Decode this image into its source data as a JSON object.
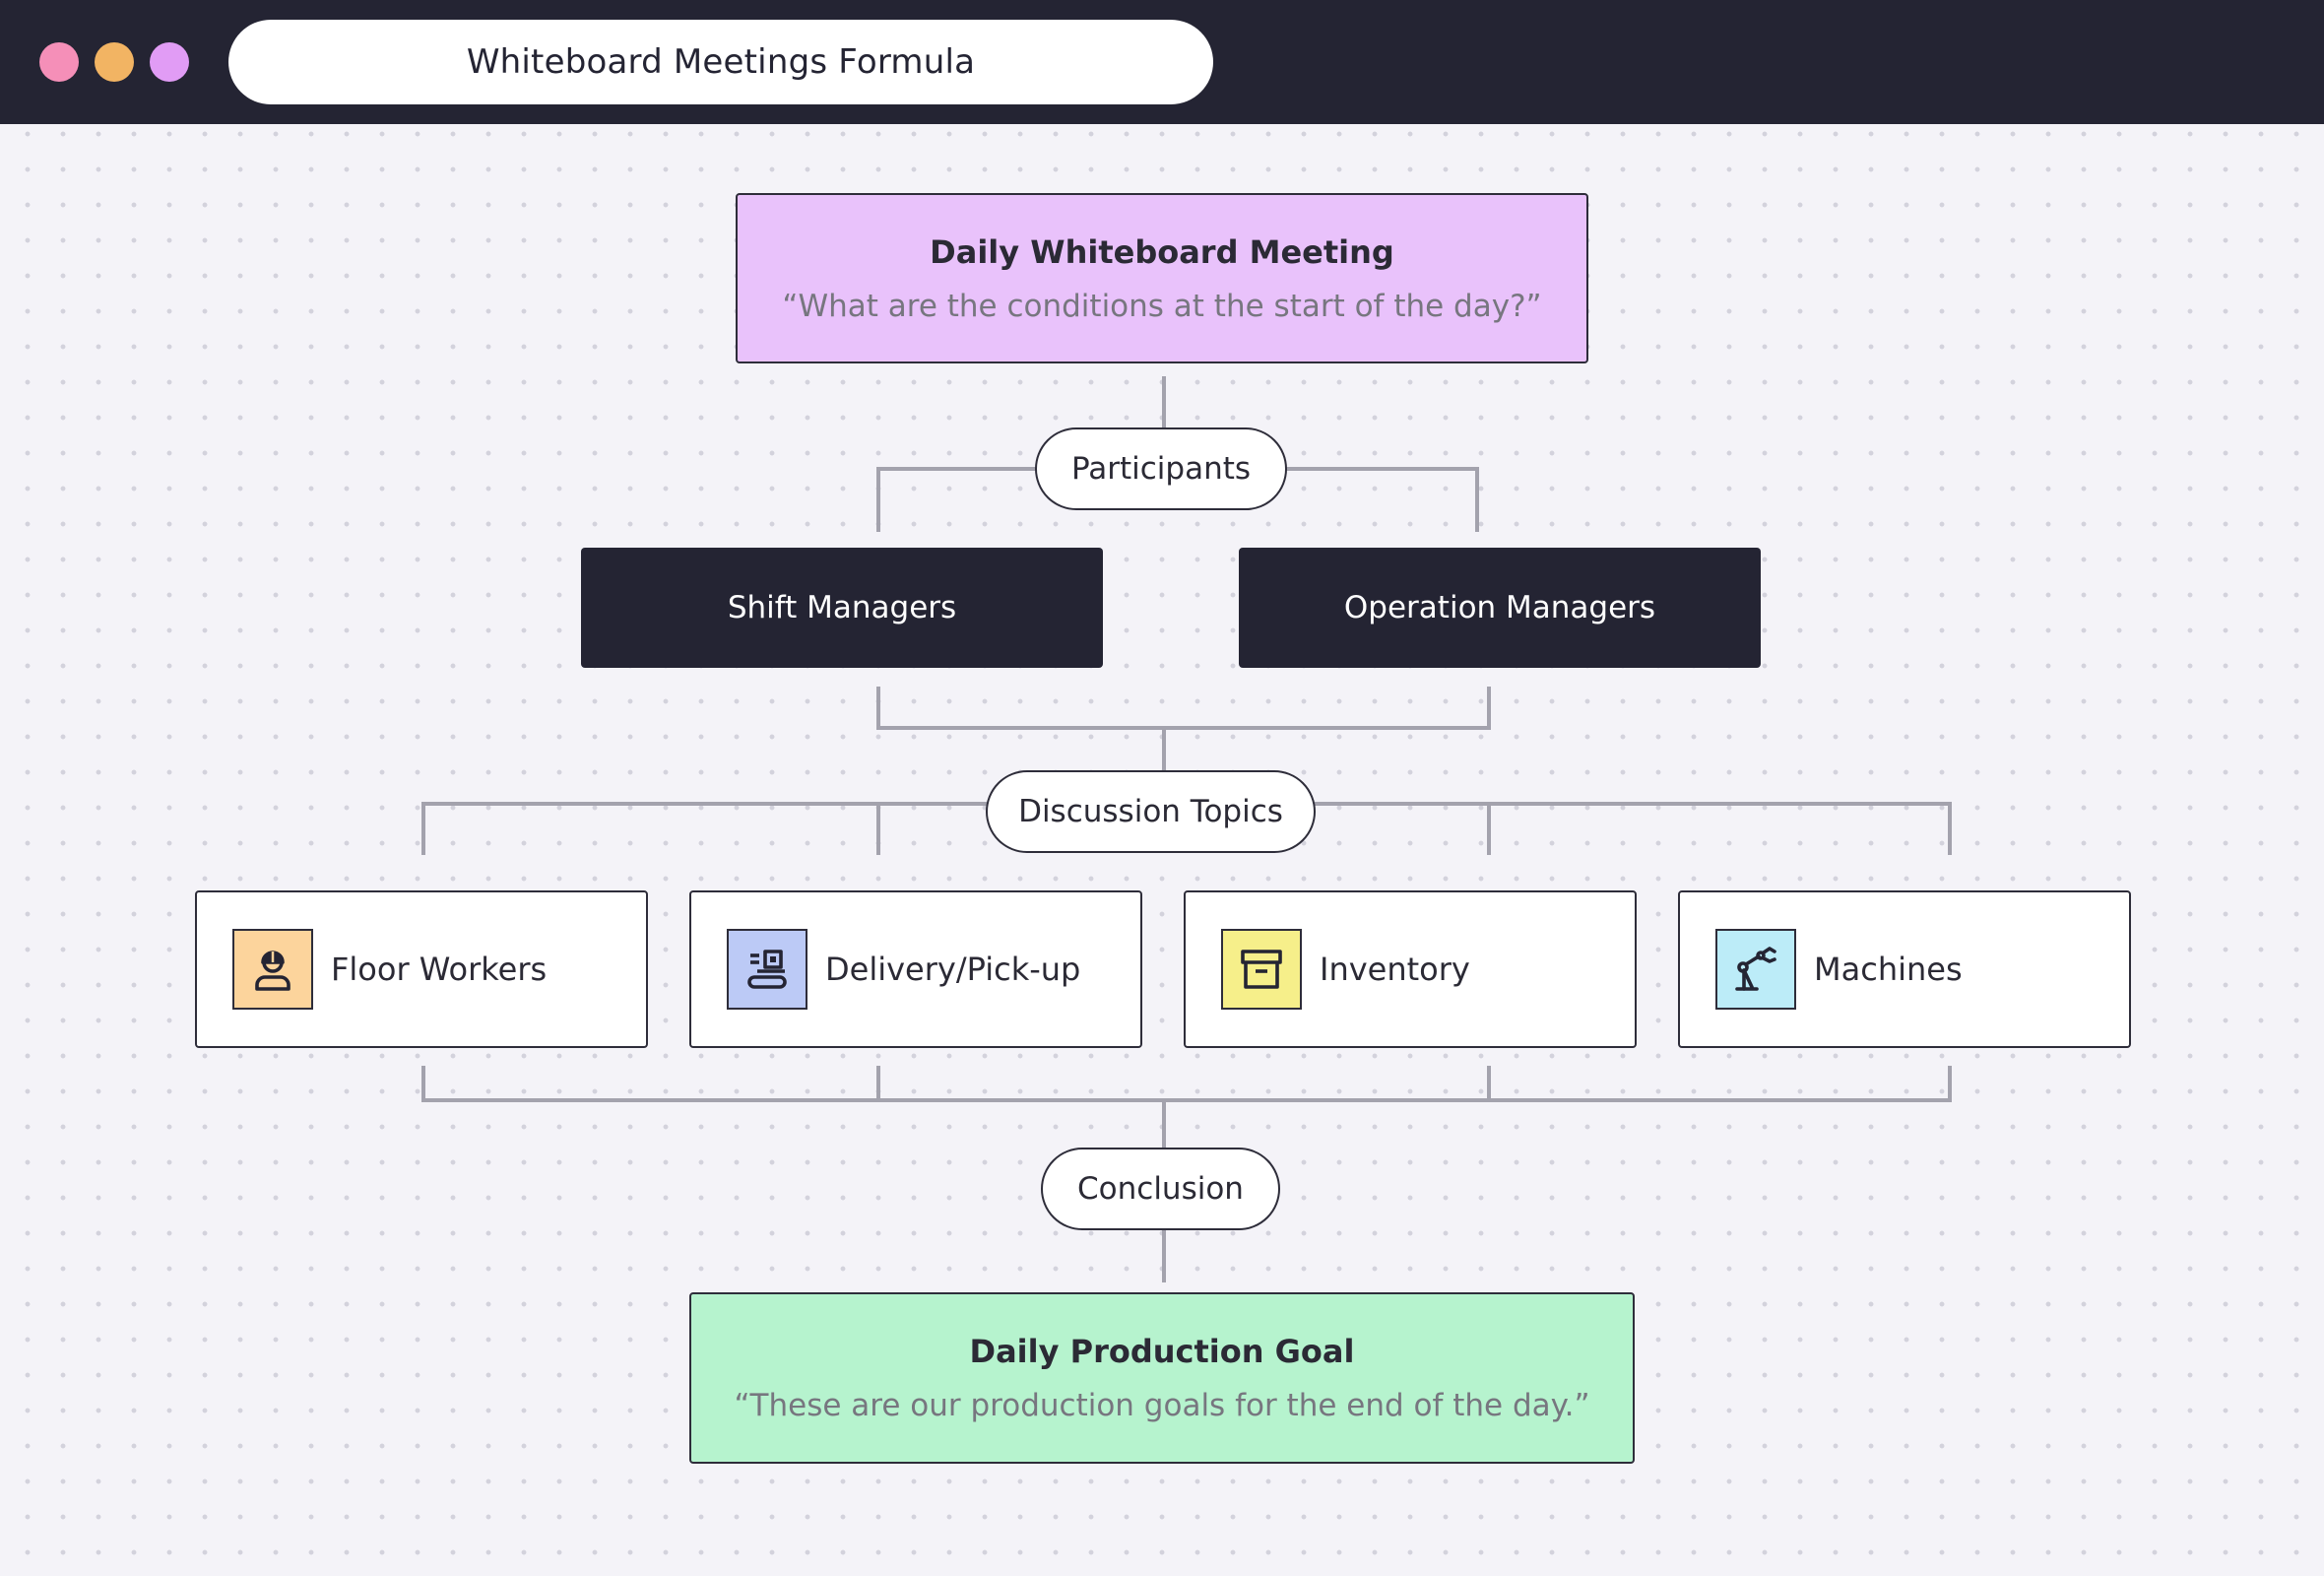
{
  "window": {
    "title": "Whiteboard Meetings Formula",
    "dots": [
      "#f58fb8",
      "#f2b463",
      "#e19cf5"
    ]
  },
  "diagram": {
    "start": {
      "title": "Daily Whiteboard Meeting",
      "subtitle": "“What are the conditions at the start of the day?”",
      "color": "#e9c2fb"
    },
    "participants_label": "Participants",
    "participants": [
      "Shift Managers",
      "Operation Managers"
    ],
    "topics_label": "Discussion Topics",
    "topics": [
      {
        "label": "Floor Workers",
        "icon": "worker-icon",
        "color": "#fcd49c"
      },
      {
        "label": "Delivery/Pick-up",
        "icon": "delivery-icon",
        "color": "#bccaf6"
      },
      {
        "label": "Inventory",
        "icon": "archive-box-icon",
        "color": "#f6ef8a"
      },
      {
        "label": "Machines",
        "icon": "robot-arm-icon",
        "color": "#bcecf8"
      }
    ],
    "conclusion_label": "Conclusion",
    "goal": {
      "title": "Daily Production Goal",
      "subtitle": "“These are our production goals for the end of the day.”",
      "color": "#b6f3ce"
    }
  }
}
